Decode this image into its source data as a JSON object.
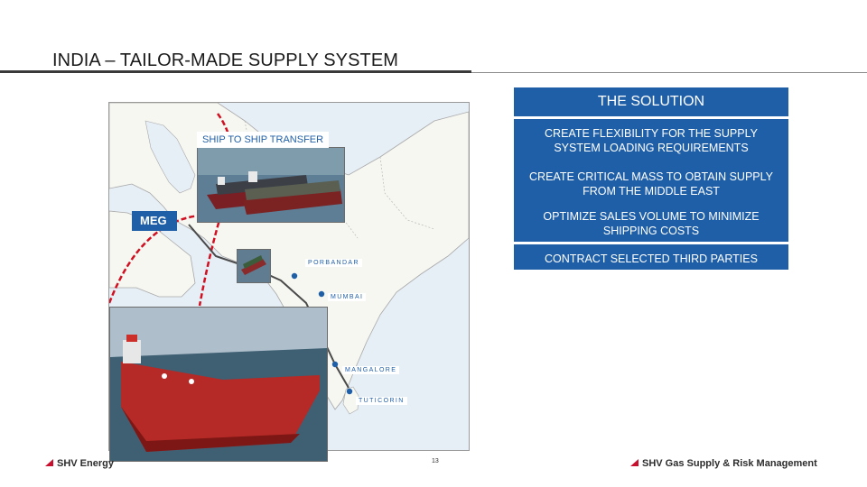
{
  "slide": {
    "title": "INDIA – TAILOR-MADE SUPPLY SYSTEM",
    "page_number": "13"
  },
  "map": {
    "ship_to_ship_label": "SHIP TO SHIP TRANSFER",
    "meg_label": "MEG",
    "ports": [
      "PORBANDAR",
      "MUMBAI",
      "MANGALORE",
      "TUTICORIN"
    ]
  },
  "solution": {
    "heading": "THE SOLUTION",
    "items": [
      "CREATE FLEXIBILITY FOR THE SUPPLY SYSTEM LOADING REQUIREMENTS",
      "CREATE CRITICAL MASS TO OBTAIN SUPPLY FROM THE MIDDLE EAST",
      "OPTIMIZE SALES VOLUME TO MINIMIZE SHIPPING COSTS",
      "CONTRACT SELECTED THIRD PARTIES"
    ]
  },
  "footer": {
    "left_logo": "SHV Energy",
    "right_logo": "SHV Gas Supply & Risk Management"
  },
  "colors": {
    "brand_blue": "#1f5fa8",
    "brand_red": "#c8102e",
    "route_line": "#4a4a4a",
    "highlight_circle": "#d01020"
  },
  "icons": {
    "logo_mark": "shv-triangle-icon"
  }
}
